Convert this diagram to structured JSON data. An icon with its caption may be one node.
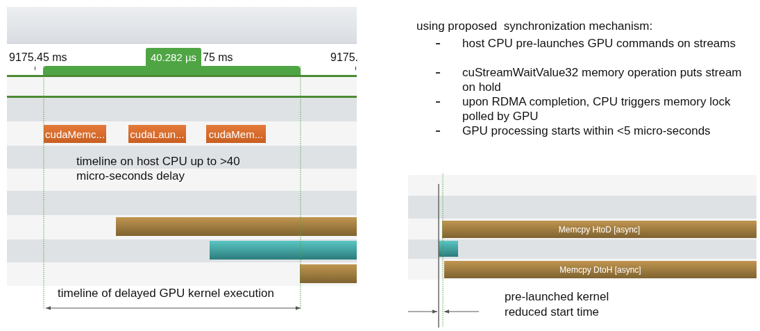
{
  "diagram": {
    "nodes": [
      {
        "text": [
          "40.282 µs"
        ]
      },
      {
        "text": [
          "cudaMemc..."
        ]
      },
      {
        "text": [
          "cudaLaun..."
        ]
      },
      {
        "text": [
          "cudaMem..."
        ]
      },
      {
        "text": [],
        "shape": "bar"
      },
      {
        "text": [],
        "shape": "bar"
      },
      {
        "text": [],
        "shape": "bar"
      },
      {
        "text": [
          "Memcpy HtoD [async]"
        ]
      },
      {
        "text": [],
        "shape": "bar"
      },
      {
        "text": [
          "Memcpy DtoH [async]"
        ]
      }
    ],
    "edges": [],
    "labels": [
      "9175.45 ms",
      "75 ms",
      "9175.",
      "using proposed  synchronization mechanism:",
      "host CPU pre-launches GPU commands on streams",
      "cuStreamWaitValue32 memory operation puts stream on hold",
      "upon RDMA completion, CPU triggers memory lock polled by GPU",
      "GPU processing starts within <5 micro-seconds",
      "timeline on host CPU up to >40 micro-seconds delay",
      "timeline of delayed GPU kernel execution",
      "pre-launched kernel reduced start time"
    ]
  }
}
